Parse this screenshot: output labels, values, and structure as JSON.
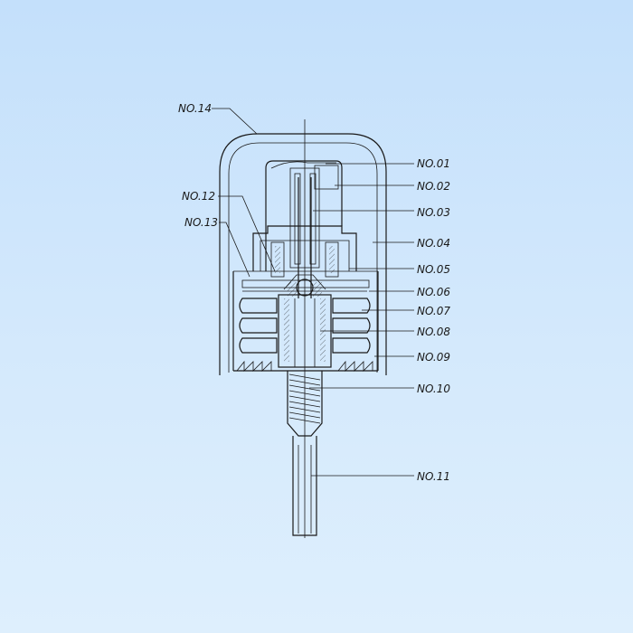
{
  "diagram": {
    "callouts": [
      {
        "id": "no01",
        "label": "NO.01"
      },
      {
        "id": "no02",
        "label": "NO.02"
      },
      {
        "id": "no03",
        "label": "NO.03"
      },
      {
        "id": "no04",
        "label": "NO.04"
      },
      {
        "id": "no05",
        "label": "NO.05"
      },
      {
        "id": "no06",
        "label": "NO.06"
      },
      {
        "id": "no07",
        "label": "NO.07"
      },
      {
        "id": "no08",
        "label": "NO.08"
      },
      {
        "id": "no09",
        "label": "NO.09"
      },
      {
        "id": "no10",
        "label": "NO.10"
      },
      {
        "id": "no11",
        "label": "NO.11"
      },
      {
        "id": "no12",
        "label": "NO.12"
      },
      {
        "id": "no13",
        "label": "NO.13"
      },
      {
        "id": "no14",
        "label": "NO.14"
      }
    ],
    "colors": {
      "background_top": "#c4e0fb",
      "background_bottom": "#deeffd",
      "line": "#1a1a1a"
    }
  }
}
